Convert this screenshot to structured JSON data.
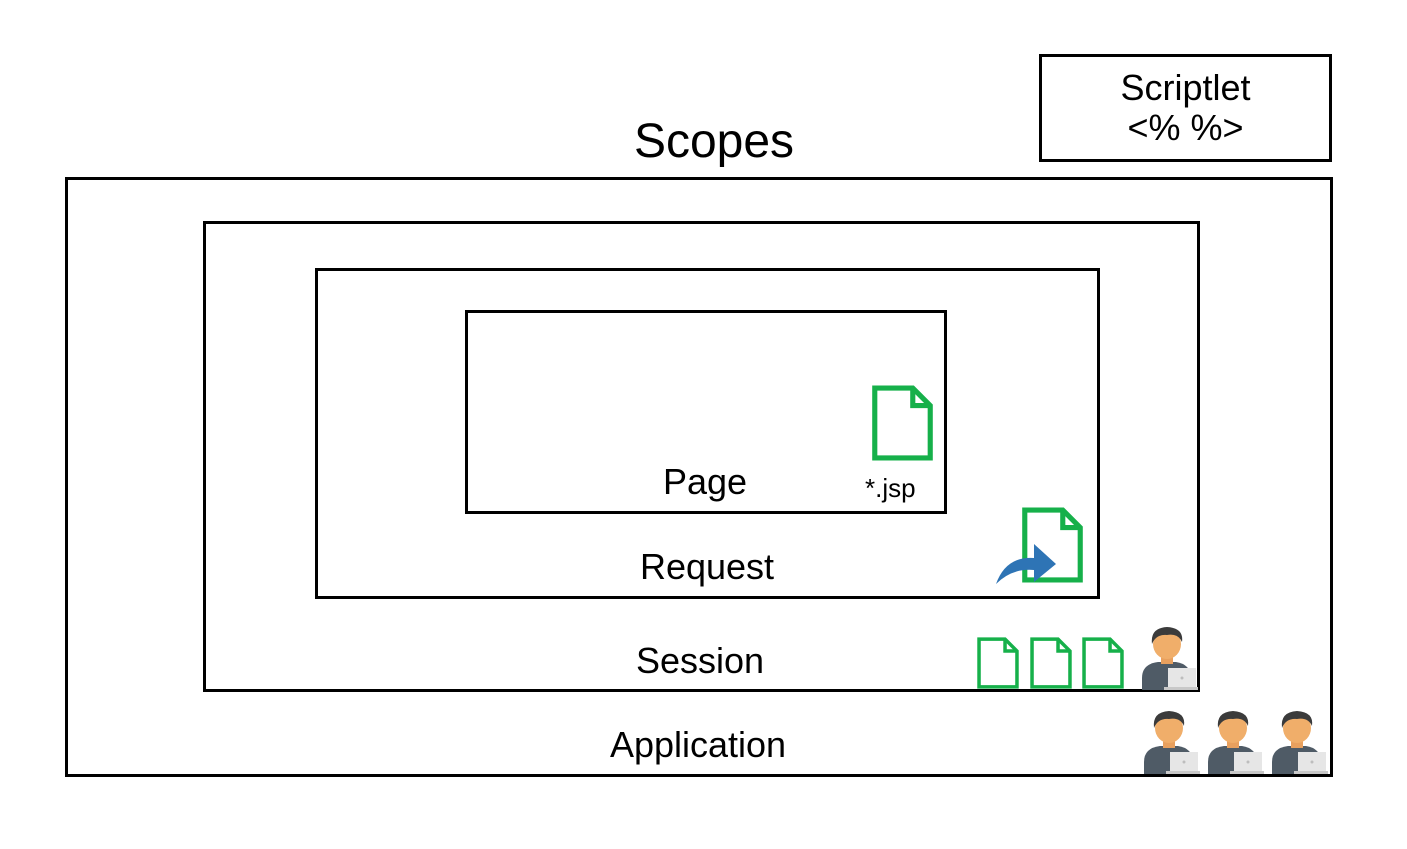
{
  "title": "Scopes",
  "scriptlet": {
    "line1": "Scriptlet",
    "line2": "<% %>"
  },
  "scopes": {
    "application": "Application",
    "session": "Session",
    "request": "Request",
    "page": "Page"
  },
  "page_file_label": "*.jsp",
  "icons": {
    "file": "file-icon",
    "forward": "forward-arrow-icon",
    "user": "user-at-laptop-icon"
  },
  "colors": {
    "file_green": "#16b04a",
    "arrow_blue": "#2e74b5",
    "border": "#000000"
  }
}
